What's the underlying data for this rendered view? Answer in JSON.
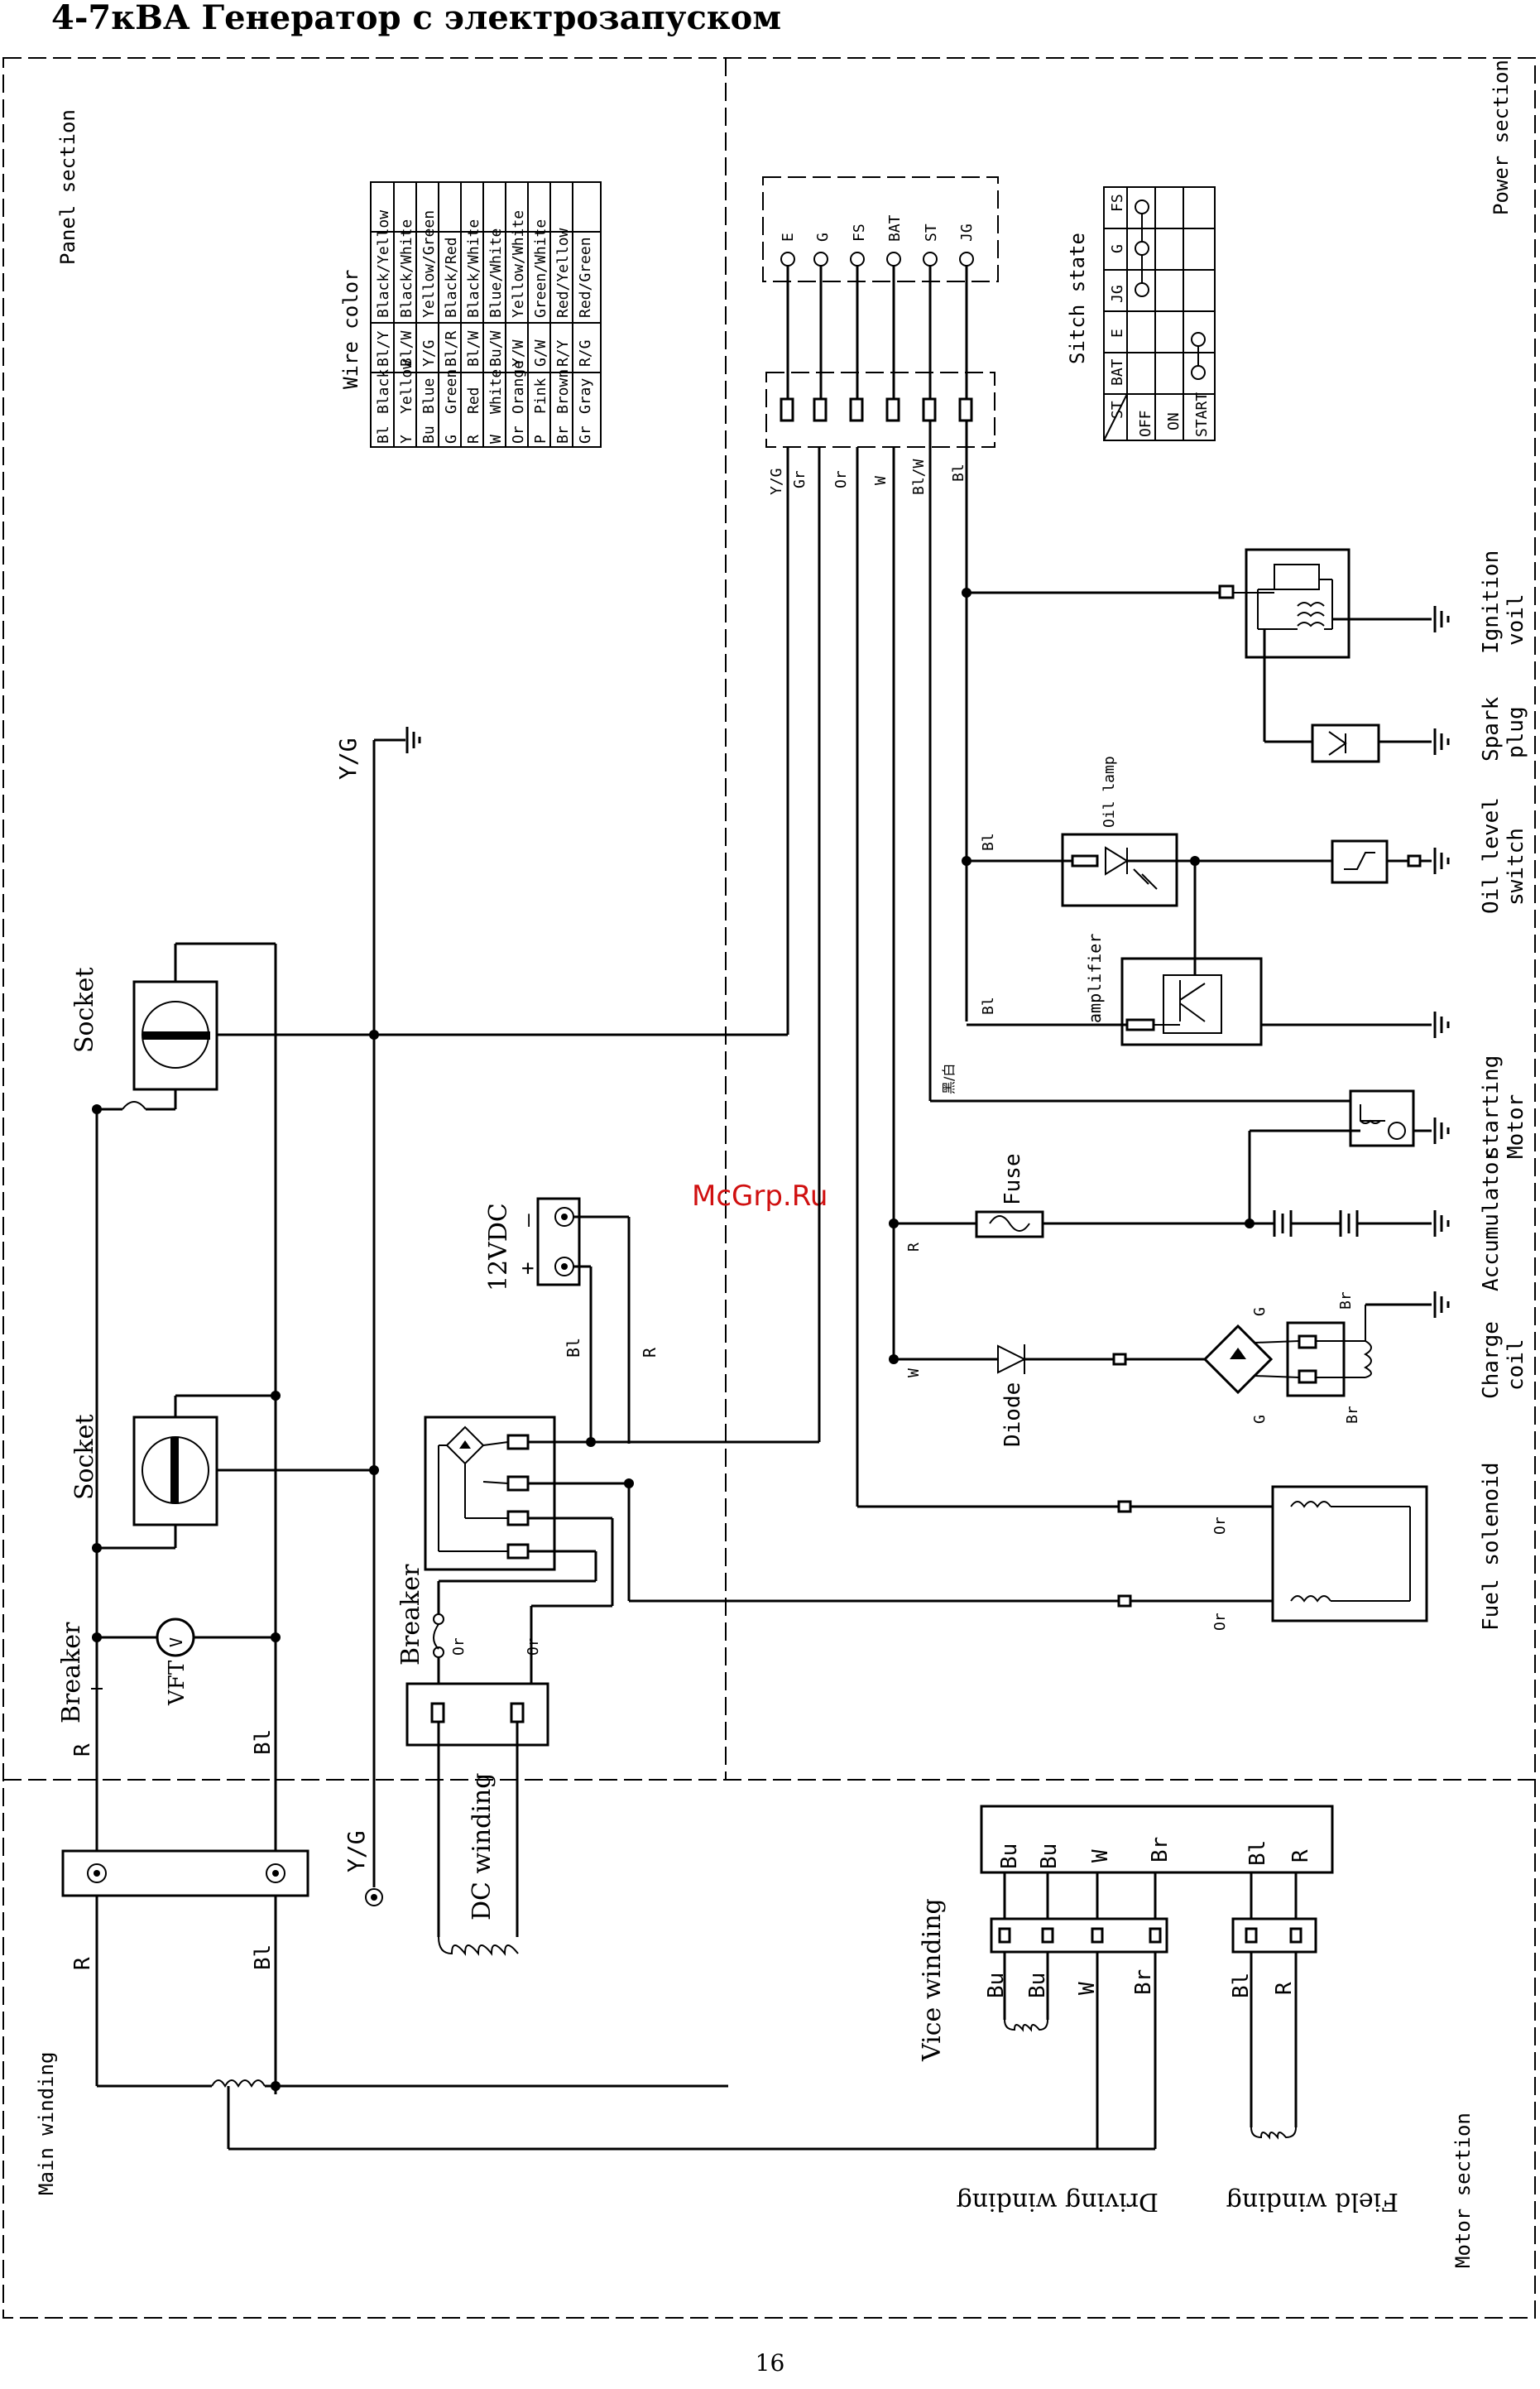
{
  "title": "4-7кВА  Генератор с электрозапуском",
  "page_number": "16",
  "watermark": "McGrp.Ru",
  "sections": {
    "panel": "Panel section",
    "power": "Power section",
    "motor": "Motor section"
  },
  "wire_color_table": {
    "title": "Wire color",
    "rows": [
      [
        "Bl",
        "Black",
        "Bl/Y",
        "Black/Yellow"
      ],
      [
        "Y",
        "Yellow",
        "Bl/W",
        "Black/White"
      ],
      [
        "Bu",
        "Blue",
        "Y/G",
        "Yellow/Green"
      ],
      [
        "G",
        "Green",
        "Bl/R",
        "Black/Red"
      ],
      [
        "R",
        "Red",
        "Bl/W",
        "Black/White"
      ],
      [
        "W",
        "White",
        "Bu/W",
        "Blue/White"
      ],
      [
        "Or",
        "Orange",
        "Y/W",
        "Yellow/White"
      ],
      [
        "P",
        "Pink",
        "G/W",
        "Green/White"
      ],
      [
        "Br",
        "Brown",
        "R/Y",
        "Red/Yellow"
      ],
      [
        "Gr",
        "Gray",
        "R/G",
        "Red/Green"
      ]
    ]
  },
  "switch_table": {
    "title": "Sitch state",
    "columns": [
      "ST",
      "BAT",
      "E",
      "JG",
      "G",
      "FS"
    ],
    "rows": [
      "OFF",
      "ON",
      "START"
    ]
  },
  "connector_top": [
    "E",
    "G",
    "FS",
    "BAT",
    "ST",
    "JG"
  ],
  "connector_wires": [
    "Y/G",
    "Gr",
    "Or",
    "W",
    "Bl/W",
    "Bl"
  ],
  "labels": {
    "socket": "Socket",
    "breaker": "Breaker",
    "vft": "VFT",
    "vft_symbol": "V",
    "vdc": "12VDC",
    "minus": "–",
    "plus": "+",
    "yg": "Y/G",
    "dc_winding": "DC winding",
    "main_winding": "Main winding",
    "vice_winding": "Vice winding",
    "driving_winding": "Driving winding",
    "field_winding": "Field winding",
    "ignition_coil": [
      "Ignition",
      "voil"
    ],
    "spark_plug": [
      "Spark",
      "plug"
    ],
    "oil_level_switch": [
      "Oil level",
      "switch"
    ],
    "starting_motor": [
      "starting",
      "Motor"
    ],
    "accumulator": "Accumulator",
    "charge_coil": [
      "Charge",
      "coil"
    ],
    "fuel_solenoid": "Fuel solenoid",
    "oil_lamp": "Oil lamp",
    "amplifier": "amplifier",
    "fuse": "Fuse",
    "diode": "Diode",
    "bl_w_cn": "黑/白"
  },
  "wire_tags": {
    "R": "R",
    "Bl": "Bl",
    "Or": "Or",
    "W": "W",
    "G": "G",
    "Br": "Br",
    "Bu": "Bu",
    "Y_G": "Y/G"
  }
}
